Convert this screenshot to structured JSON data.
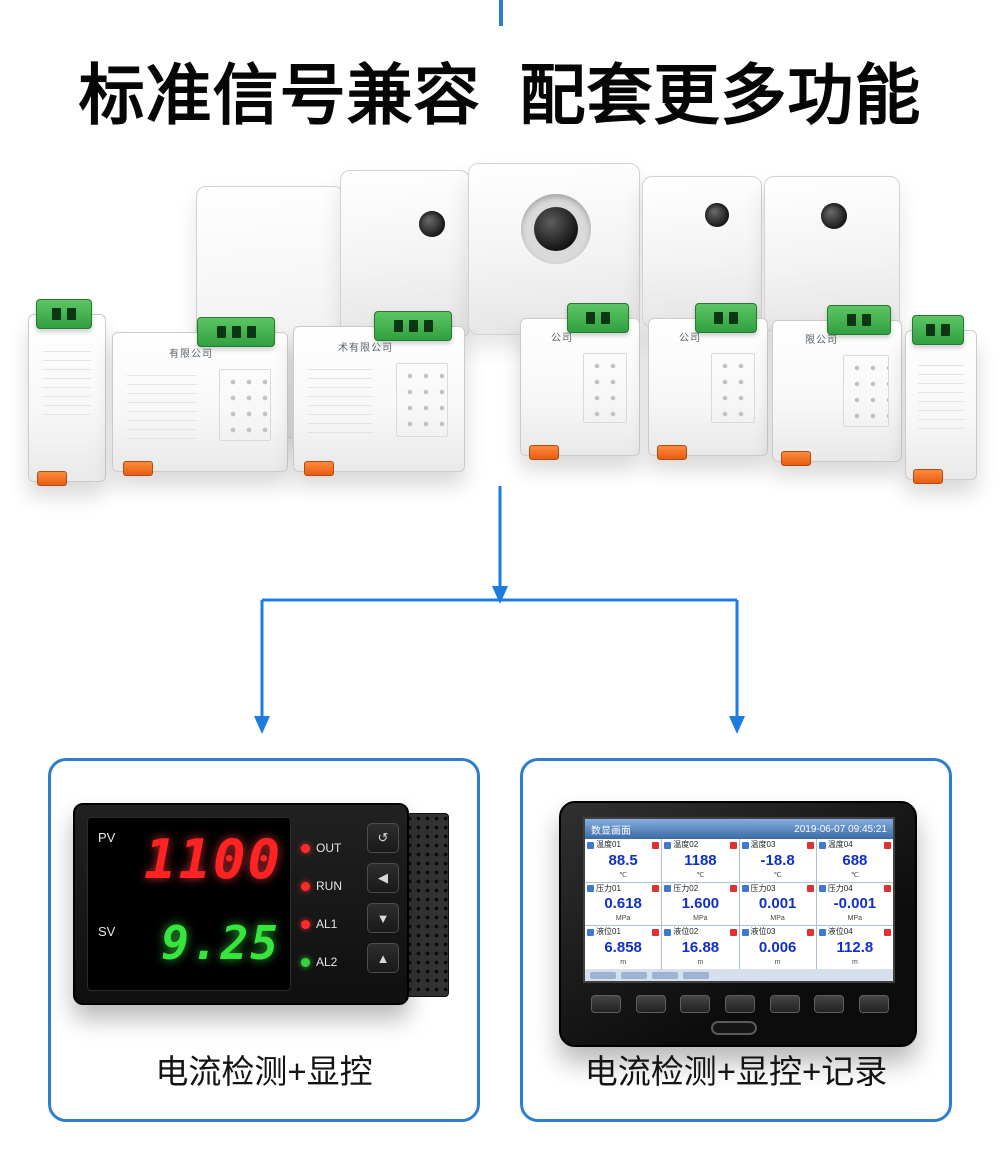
{
  "header": {
    "title": "标准信号兼容  配套更多功能"
  },
  "product_group": {
    "module_labels": [
      "有限公司",
      "术有限公司",
      "公司",
      "公司",
      "限公司"
    ]
  },
  "left_card": {
    "caption": "电流检测+显控",
    "meter": {
      "pv_label": "PV",
      "pv_value": "1100",
      "sv_label": "SV",
      "sv_value": "9.25",
      "indicators": [
        {
          "label": "OUT",
          "color": "#ff2a2a"
        },
        {
          "label": "RUN",
          "color": "#ff2a2a"
        },
        {
          "label": "AL1",
          "color": "#ff2a2a"
        },
        {
          "label": "AL2",
          "color": "#35d43a"
        }
      ],
      "buttons": [
        "↺",
        "◀",
        "▼",
        "▲"
      ]
    }
  },
  "right_card": {
    "caption": "电流检测+显控+记录",
    "recorder": {
      "screen_title": "数显画面",
      "timestamp": "2019-06-07 09:45:21",
      "channels": [
        {
          "name": "温度01",
          "value": "88.5",
          "unit": "℃"
        },
        {
          "name": "温度02",
          "value": "1188",
          "unit": "℃"
        },
        {
          "name": "温度03",
          "value": "-18.8",
          "unit": "℃"
        },
        {
          "name": "温度04",
          "value": "688",
          "unit": "℃"
        },
        {
          "name": "压力01",
          "value": "0.618",
          "unit": "MPa"
        },
        {
          "name": "压力02",
          "value": "1.600",
          "unit": "MPa"
        },
        {
          "name": "压力03",
          "value": "0.001",
          "unit": "MPa"
        },
        {
          "name": "压力04",
          "value": "-0.001",
          "unit": "MPa"
        },
        {
          "name": "液位01",
          "value": "6.858",
          "unit": "m"
        },
        {
          "name": "液位02",
          "value": "16.88",
          "unit": "m"
        },
        {
          "name": "液位03",
          "value": "0.006",
          "unit": "m"
        },
        {
          "name": "液位04",
          "value": "112.8",
          "unit": "m"
        }
      ]
    }
  },
  "colors": {
    "accent_blue": "#1d7ce0",
    "card_border_blue": "#2d7dd2",
    "led_red": "#ff2323",
    "led_green": "#37e63c",
    "terminal_green": "#31a040",
    "clip_orange": "#e85d12"
  }
}
